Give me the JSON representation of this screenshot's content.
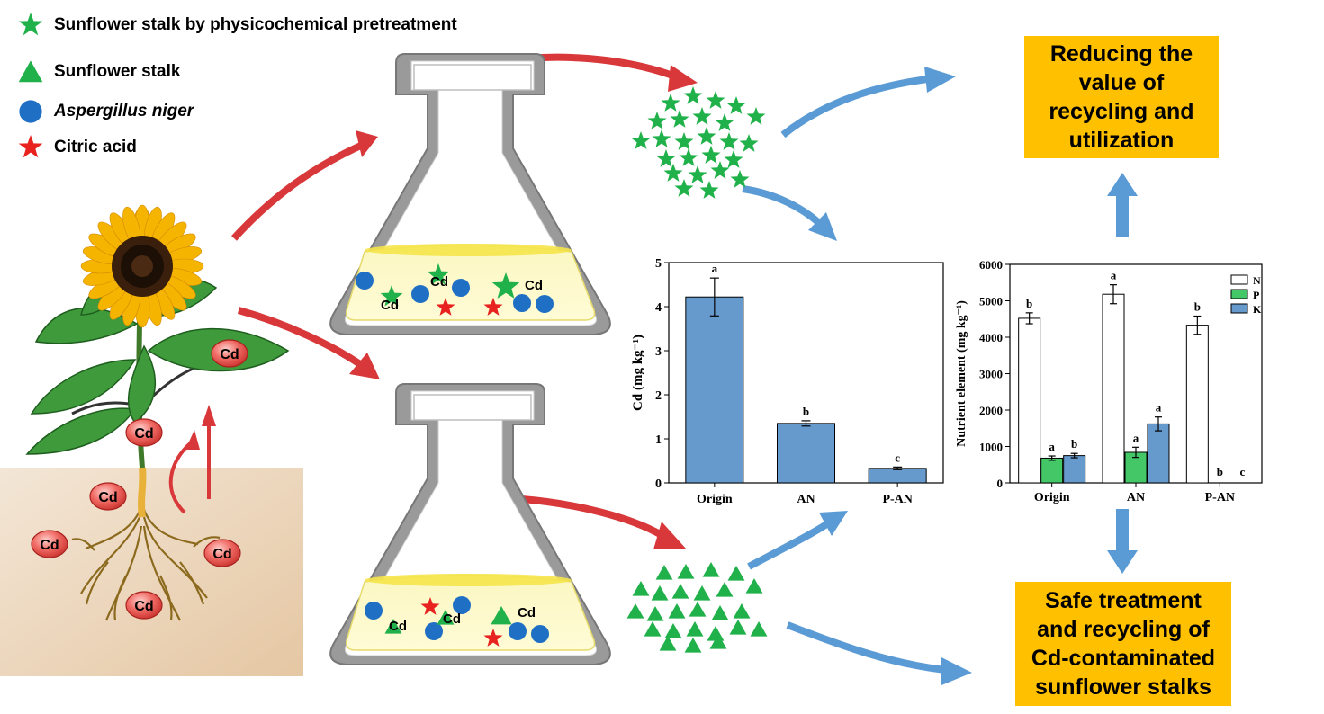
{
  "legend": {
    "items": [
      {
        "symbol": "green-star-icon",
        "label": "Sunflower stalk by physicochemical pretreatment"
      },
      {
        "symbol": "green-triangle-icon",
        "label": "Sunflower stalk"
      },
      {
        "symbol": "blue-circle-icon",
        "label": "Aspergillus niger",
        "italic": true
      },
      {
        "symbol": "red-star-icon",
        "label": "Citric acid"
      }
    ]
  },
  "plant": {
    "cd_markers": [
      "Cd",
      "Cd",
      "Cd",
      "Cd",
      "Cd",
      "Cd"
    ]
  },
  "flasks": {
    "top": {
      "cd_labels": [
        "Cd",
        "Cd",
        "Cd"
      ]
    },
    "bottom": {
      "cd_labels": [
        "Cd",
        "Cd",
        "Cd"
      ]
    }
  },
  "boxes": {
    "top": "Reducing the value of recycling and utilization",
    "bottom": "Safe treatment and recycling of Cd-contaminated sunflower stalks"
  },
  "colors": {
    "red_arrow": "#d9383a",
    "blue_arrow": "#5b9bd5",
    "green_mark": "#21b14b",
    "blue_circle": "#1f6fc5",
    "box_fill": "#ffc000",
    "bar_blue": "#6699cc",
    "bar_green": "#44c767"
  },
  "chart_data": [
    {
      "type": "bar",
      "categories": [
        "Origin",
        "AN",
        "P-AN"
      ],
      "values": [
        4.22,
        1.35,
        0.33
      ],
      "errors": [
        0.43,
        0.06,
        0.03
      ],
      "letters": [
        "a",
        "b",
        "c"
      ],
      "ylabel": "Cd (mg kg⁻¹)",
      "ylim": [
        0,
        5
      ],
      "yticks": [
        "0",
        "1",
        "2",
        "3",
        "4",
        "5"
      ]
    },
    {
      "type": "bar",
      "categories": [
        "Origin",
        "AN",
        "P-AN"
      ],
      "series": [
        {
          "name": "N",
          "values": [
            4520,
            5180,
            4330
          ],
          "errors": [
            150,
            260,
            250
          ],
          "letters": [
            "b",
            "a",
            "b"
          ]
        },
        {
          "name": "P",
          "values": [
            680,
            840,
            0
          ],
          "errors": [
            60,
            140,
            0
          ],
          "letters": [
            "a",
            "a",
            "b"
          ]
        },
        {
          "name": "K",
          "values": [
            750,
            1620,
            0
          ],
          "errors": [
            60,
            190,
            0
          ],
          "letters": [
            "b",
            "a",
            "c"
          ]
        }
      ],
      "ylabel": "Nutrient element (mg kg⁻¹)",
      "ylim": [
        0,
        6000
      ],
      "yticks": [
        "0",
        "1000",
        "2000",
        "3000",
        "4000",
        "5000",
        "6000"
      ],
      "legend_position": "top-right"
    }
  ]
}
